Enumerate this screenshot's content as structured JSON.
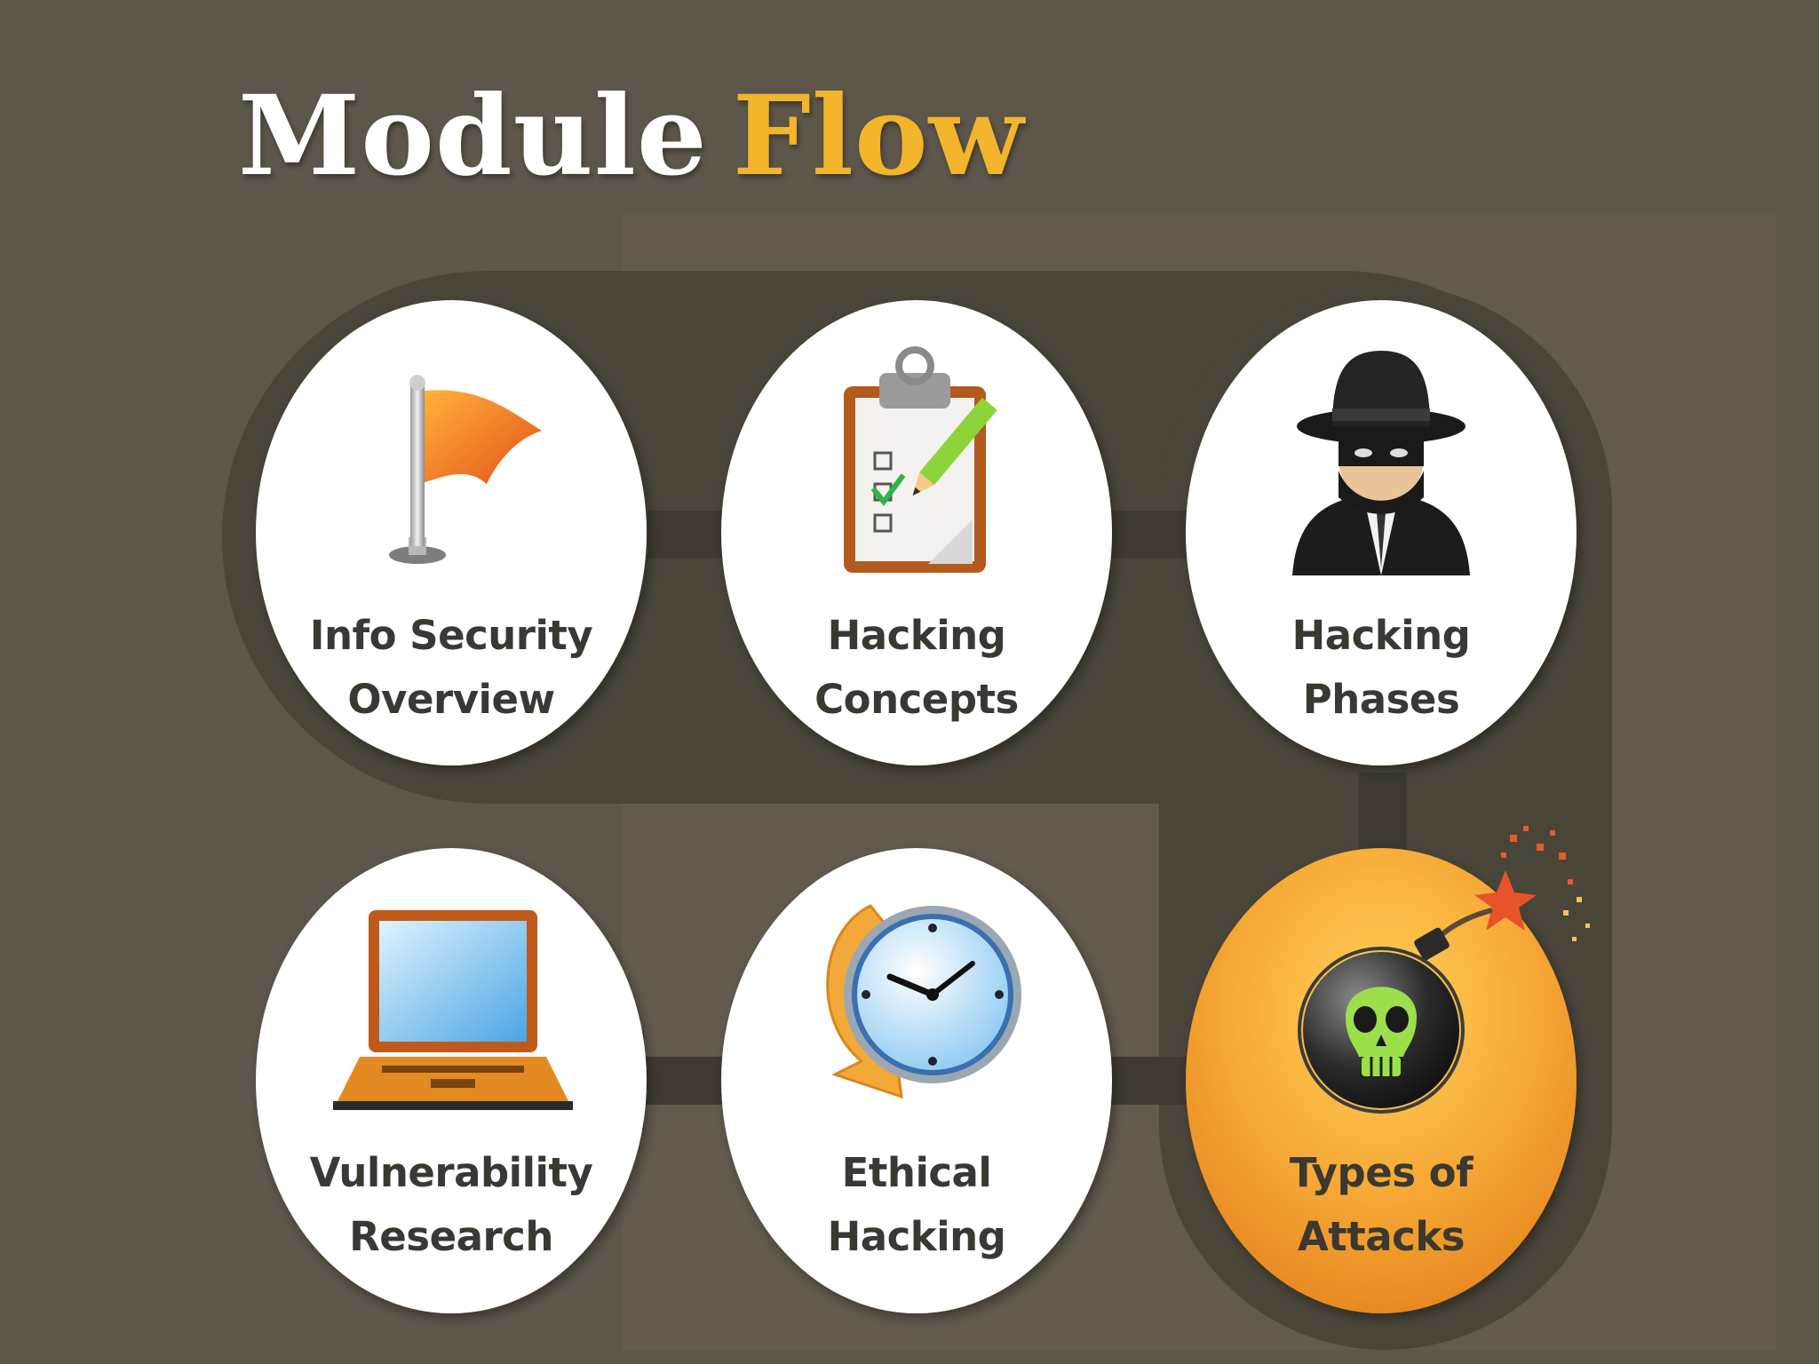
{
  "title": {
    "word1": "Module",
    "word2": "Flow"
  },
  "colors": {
    "background": "#5d564a",
    "track": "#4a4539",
    "title_accent": "#f2b52b",
    "node_fill": "#ffffff",
    "active_node_fill": "#f3a531",
    "arrow": "#3e3a32",
    "label_text": "#3b3832"
  },
  "nodes": [
    {
      "line1": "Info Security",
      "line2": "Overview",
      "icon": "flag-icon",
      "active": false
    },
    {
      "line1": "Hacking",
      "line2": "Concepts",
      "icon": "clipboard-checklist-icon",
      "active": false
    },
    {
      "line1": "Hacking",
      "line2": "Phases",
      "icon": "hacker-spy-icon",
      "active": false
    },
    {
      "line1": "Types of",
      "line2": "Attacks",
      "icon": "bomb-skull-icon",
      "active": true
    },
    {
      "line1": "Ethical",
      "line2": "Hacking",
      "icon": "clock-refresh-icon",
      "active": false
    },
    {
      "line1": "Vulnerability",
      "line2": "Research",
      "icon": "laptop-icon",
      "active": false
    }
  ],
  "flow_order": [
    "Info Security Overview",
    "Hacking Concepts",
    "Hacking Phases",
    "Types of Attacks",
    "Ethical Hacking",
    "Vulnerability Research"
  ]
}
